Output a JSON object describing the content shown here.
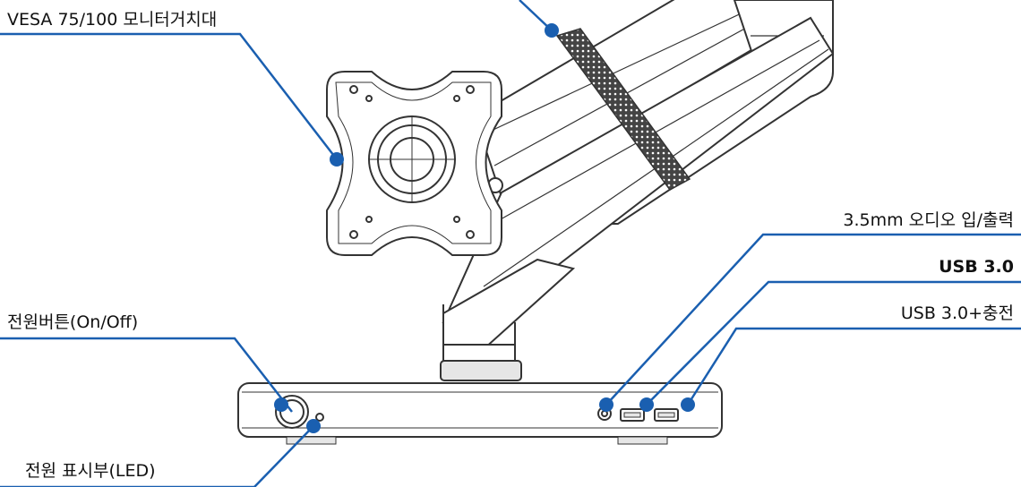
{
  "colors": {
    "callout": "#1a5fb0",
    "line_art": "#333333",
    "fill_light": "#ffffff",
    "fill_gray": "#e6e6e6",
    "strap": "#555555"
  },
  "labels": {
    "vesa_mount": "VESA 75/100 모니터거치대",
    "audio": "3.5mm 오디오 입/출력",
    "usb30": "USB 3.0",
    "usb30_charge": "USB 3.0+충전",
    "power_button": "전원버튼(On/Off)",
    "power_led": "전원 표시부(LED)"
  }
}
